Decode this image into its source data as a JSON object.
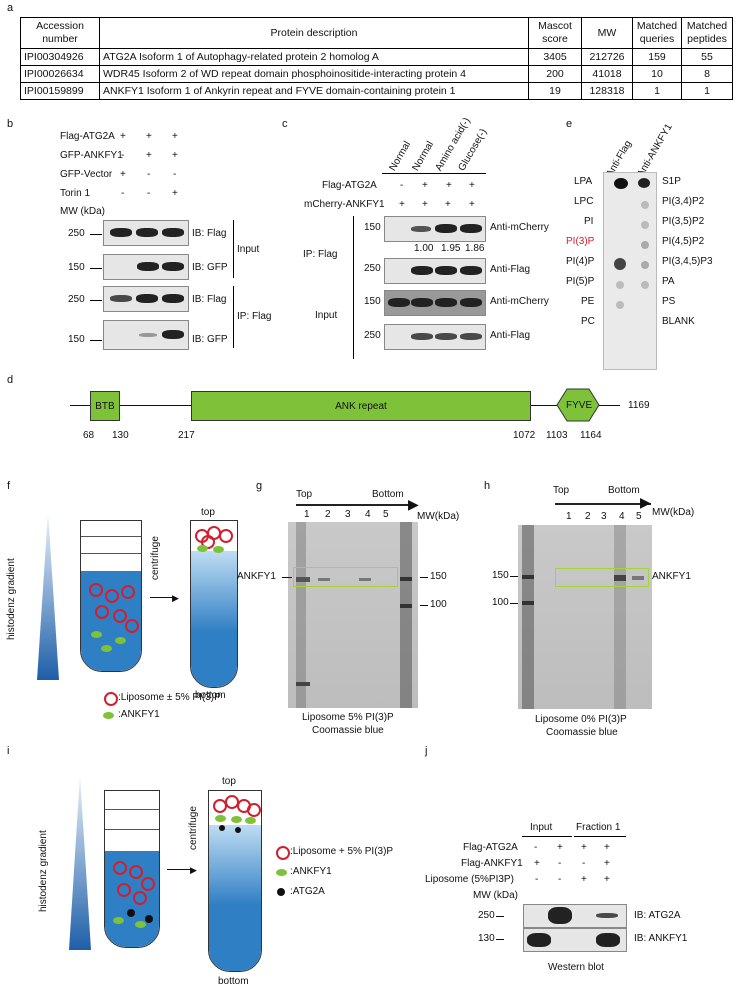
{
  "panels": {
    "a": "a",
    "b": "b",
    "c": "c",
    "d": "d",
    "e": "e",
    "f": "f",
    "g": "g",
    "h": "h",
    "i": "i",
    "j": "j"
  },
  "table": {
    "headers": [
      "Accession number",
      "Protein description",
      "Mascot score",
      "MW",
      "Matched queries",
      "Matched peptides"
    ],
    "rows": [
      [
        "IPI00304926",
        "ATG2A Isoform 1 of Autophagy-related protein 2 homolog A",
        "3405",
        "212726",
        "159",
        "55"
      ],
      [
        "IPI00026634",
        "WDR45 Isoform 2 of WD repeat domain phosphoinositide-interacting protein 4",
        "200",
        "41018",
        "10",
        "8"
      ],
      [
        "IPI00159899",
        "ANKFY1 Isoform 1 of Ankyrin repeat and FYVE domain-containing protein 1",
        "19",
        "128318",
        "1",
        "1"
      ]
    ]
  },
  "b": {
    "rows": [
      {
        "label": "Flag-ATG2A",
        "vals": [
          "+",
          "+",
          "+"
        ]
      },
      {
        "label": "GFP-ANKFY1",
        "vals": [
          "-",
          "+",
          "+"
        ]
      },
      {
        "label": "GFP-Vector",
        "vals": [
          "+",
          "-",
          "-"
        ]
      },
      {
        "label": "Torin 1",
        "vals": [
          "-",
          "-",
          "+"
        ]
      }
    ],
    "mw_header": "MW  (kDa)",
    "mw": [
      "250",
      "150",
      "250",
      "150"
    ],
    "ib": [
      "IB: Flag",
      "IB: GFP",
      "IB: Flag",
      "IB: GFP"
    ],
    "input": "Input",
    "ip": "IP: Flag"
  },
  "c": {
    "conditions": [
      "Normal",
      "Normal",
      "Amino acid(-)",
      "Glucose(-)"
    ],
    "rows": [
      {
        "label": "Flag-ATG2A",
        "vals": [
          "-",
          "+",
          "+",
          "+"
        ]
      },
      {
        "label": "mCherry-ANKFY1",
        "vals": [
          "+",
          "+",
          "+",
          "+"
        ]
      }
    ],
    "ip": "IP: Flag",
    "input": "Input",
    "mw": [
      "150",
      "250",
      "150",
      "250"
    ],
    "blots": [
      "Anti-mCherry",
      "Anti-Flag",
      "Anti-mCherry",
      "Anti-Flag"
    ],
    "quant": [
      "1.00",
      "1.95",
      "1.86"
    ]
  },
  "e": {
    "cols": [
      "Anti-Flag",
      "Anti-ANKFY1"
    ],
    "left": [
      "LPA",
      "LPC",
      "PI",
      "PI(3)P",
      "PI(4)P",
      "PI(5)P",
      "PE",
      "PC"
    ],
    "right": [
      "S1P",
      "PI(3,4)P2",
      "PI(3,5)P2",
      "PI(4,5)P2",
      "PI(3,4,5)P3",
      "PA",
      "PS",
      "BLANK"
    ],
    "highlight_color": "#d0202f"
  },
  "d": {
    "domains": [
      "BTB",
      "ANK repeat",
      "FYVE"
    ],
    "positions": [
      "68",
      "130",
      "217",
      "1072",
      "1103",
      "1164"
    ],
    "end": "1169",
    "domain_color": "#7ec23a"
  },
  "f": {
    "gradient": "histodenz gradient",
    "centrifuge": "centrifuge",
    "top": "top",
    "bottom": "bottom",
    "legend": [
      ":Liposome ± 5% PI(3)P",
      ":ANKFY1"
    ]
  },
  "g": {
    "top": "Top",
    "bottom": "Bottom",
    "lanes": [
      "1",
      "2",
      "3",
      "4",
      "5"
    ],
    "mw_label": "MW(kDa)",
    "protein": "ANKFY1",
    "mw": [
      "150",
      "100"
    ],
    "caption1": "Liposome 5% PI(3)P",
    "caption2": "Coomassie blue"
  },
  "h": {
    "top": "Top",
    "bottom": "Bottom",
    "lanes": [
      "1",
      "2",
      "3",
      "4",
      "5"
    ],
    "mw_label": "MW(kDa)",
    "protein": "ANKFY1",
    "mw": [
      "150",
      "100"
    ],
    "caption1": "Liposome 0% PI(3)P",
    "caption2": "Coomassie blue"
  },
  "i": {
    "gradient": "histodenz gradient",
    "centrifuge": "centrifuge",
    "top": "top",
    "bottom": "bottom",
    "legend": [
      ":Liposome + 5% PI(3)P",
      ":ANKFY1",
      ":ATG2A"
    ]
  },
  "j": {
    "input": "Input",
    "fraction": "Fraction 1",
    "rows": [
      {
        "label": "Flag-ATG2A",
        "vals": [
          "-",
          "+",
          "+",
          "+"
        ]
      },
      {
        "label": "Flag-ANKFY1",
        "vals": [
          "+",
          "-",
          "-",
          "+"
        ]
      },
      {
        "label": "Liposome (5%PI3P)",
        "vals": [
          "-",
          "-",
          "+",
          "+"
        ]
      }
    ],
    "mw_header": "MW (kDa)",
    "mw": [
      "250",
      "130"
    ],
    "ib": [
      "IB: ATG2A",
      "IB: ANKFY1"
    ],
    "caption": "Western blot"
  },
  "colors": {
    "box": "#a6d13b",
    "tube_blue": "#2f7fc4",
    "domain": "#7ec23a"
  }
}
